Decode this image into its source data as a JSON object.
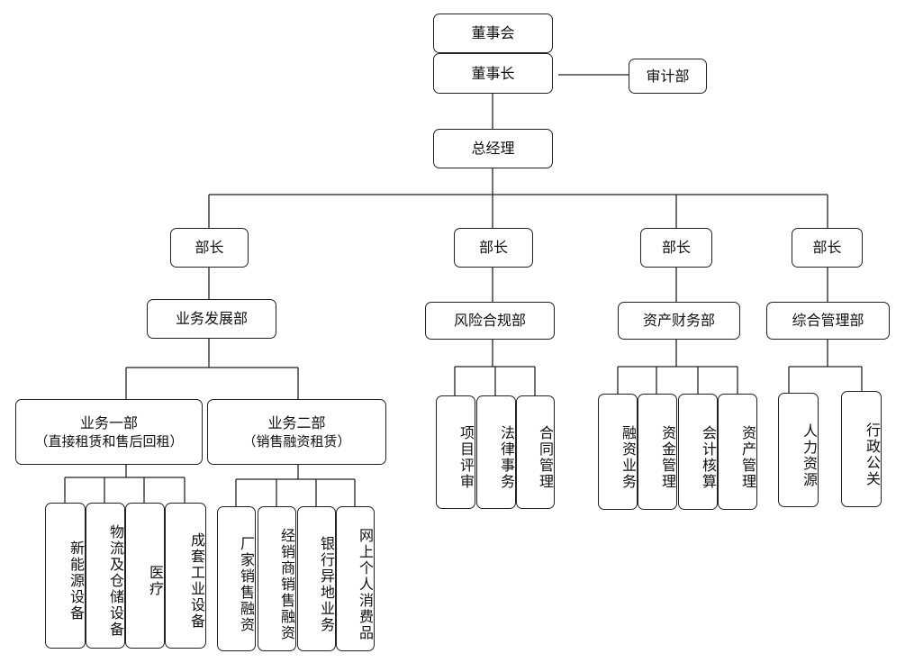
{
  "board": "董事会",
  "chairman": "董事长",
  "audit": "审计部",
  "gm": "总经理",
  "ministers": [
    "部长",
    "部长",
    "部长",
    "部长"
  ],
  "departments": {
    "business": {
      "name": "业务发展部",
      "units": [
        {
          "name": "业务一部",
          "note": "（直接租赁和售后回租）",
          "items": [
            "新能源设备",
            "物流及仓储设备",
            "医疗",
            "成套工业设备"
          ]
        },
        {
          "name": "业务二部",
          "note": "（销售融资租赁）",
          "items": [
            "厂家销售融资",
            "经销商销售融资",
            "银行异地业务",
            "网上个人消费品"
          ]
        }
      ]
    },
    "risk": {
      "name": "风险合规部",
      "items": [
        "项目评审",
        "法律事务",
        "合同管理"
      ]
    },
    "finance": {
      "name": "资产财务部",
      "items": [
        "融资业务",
        "资金管理",
        "会计核算",
        "资产管理"
      ]
    },
    "admin": {
      "name": "综合管理部",
      "items": [
        "人力资源",
        "行政公关"
      ]
    }
  }
}
